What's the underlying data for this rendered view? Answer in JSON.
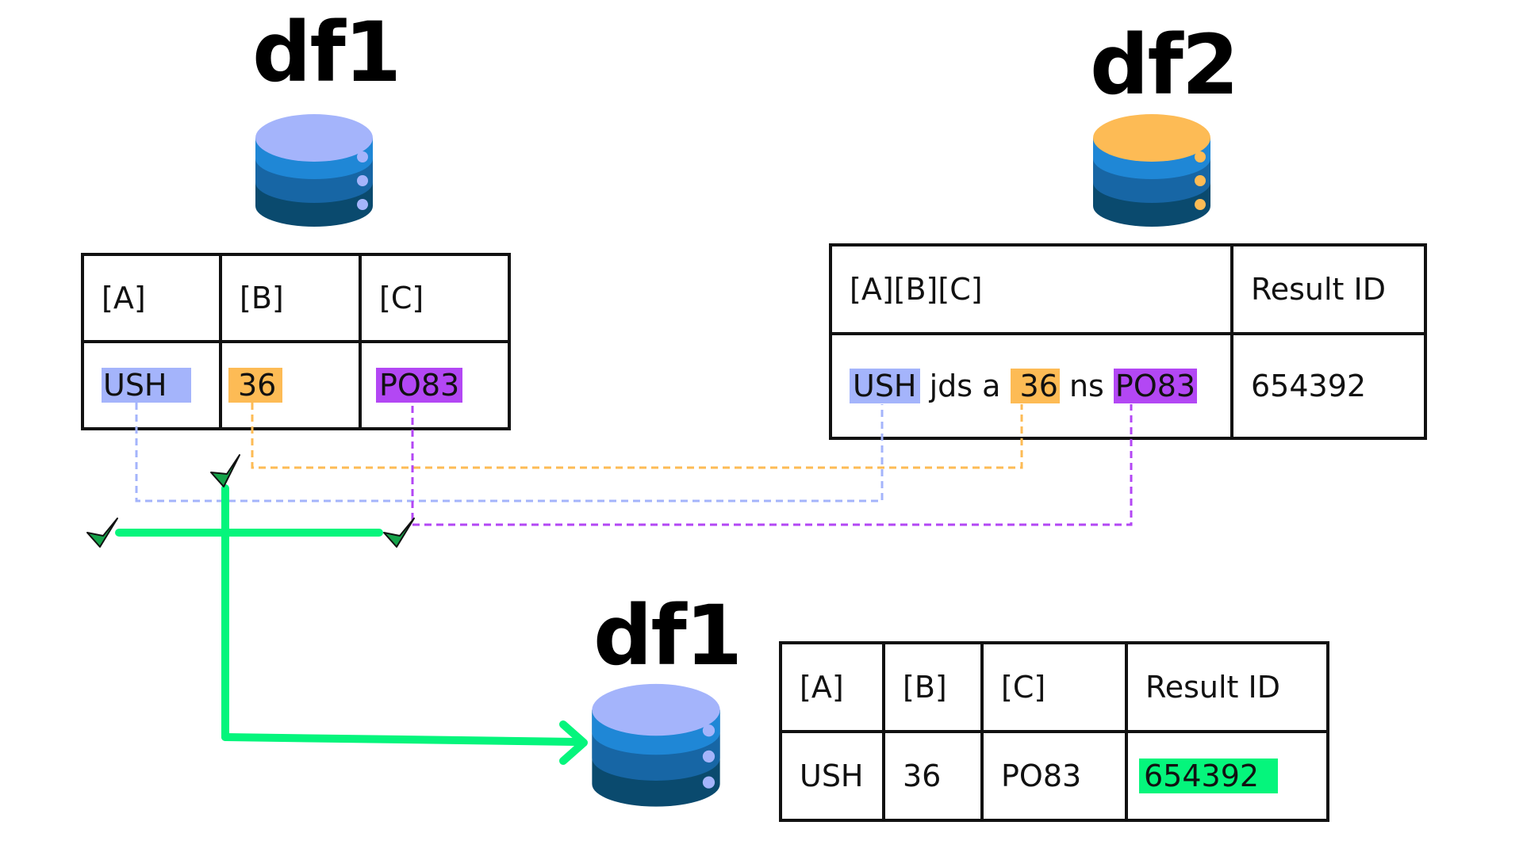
{
  "source_table": {
    "title": "df1",
    "headers": [
      "[A]",
      "[B]",
      "[C]"
    ],
    "row": [
      "USH",
      "36",
      "PO83"
    ]
  },
  "lookup_table": {
    "title": "df2",
    "headers": [
      "[A][B][C]",
      "Result ID"
    ],
    "row": {
      "segments": [
        "USH",
        " jds a ",
        "36",
        " ns ",
        "PO83"
      ],
      "result_id": "654392"
    }
  },
  "output_table": {
    "title": "df1",
    "headers": [
      "[A]",
      "[B]",
      "[C]",
      "Result ID"
    ],
    "row": [
      "USH",
      "36",
      "PO83",
      "654392"
    ]
  },
  "colors": {
    "col_a": "#a4b4fb",
    "col_b": "#fdbb55",
    "col_c": "#b347f4",
    "match": "#05f57c",
    "db_df1_top": "#a4b4fb",
    "db_df2_top": "#fdbb55"
  },
  "icons": [
    "database-icon",
    "checkmark-icon",
    "arrow-icon"
  ]
}
